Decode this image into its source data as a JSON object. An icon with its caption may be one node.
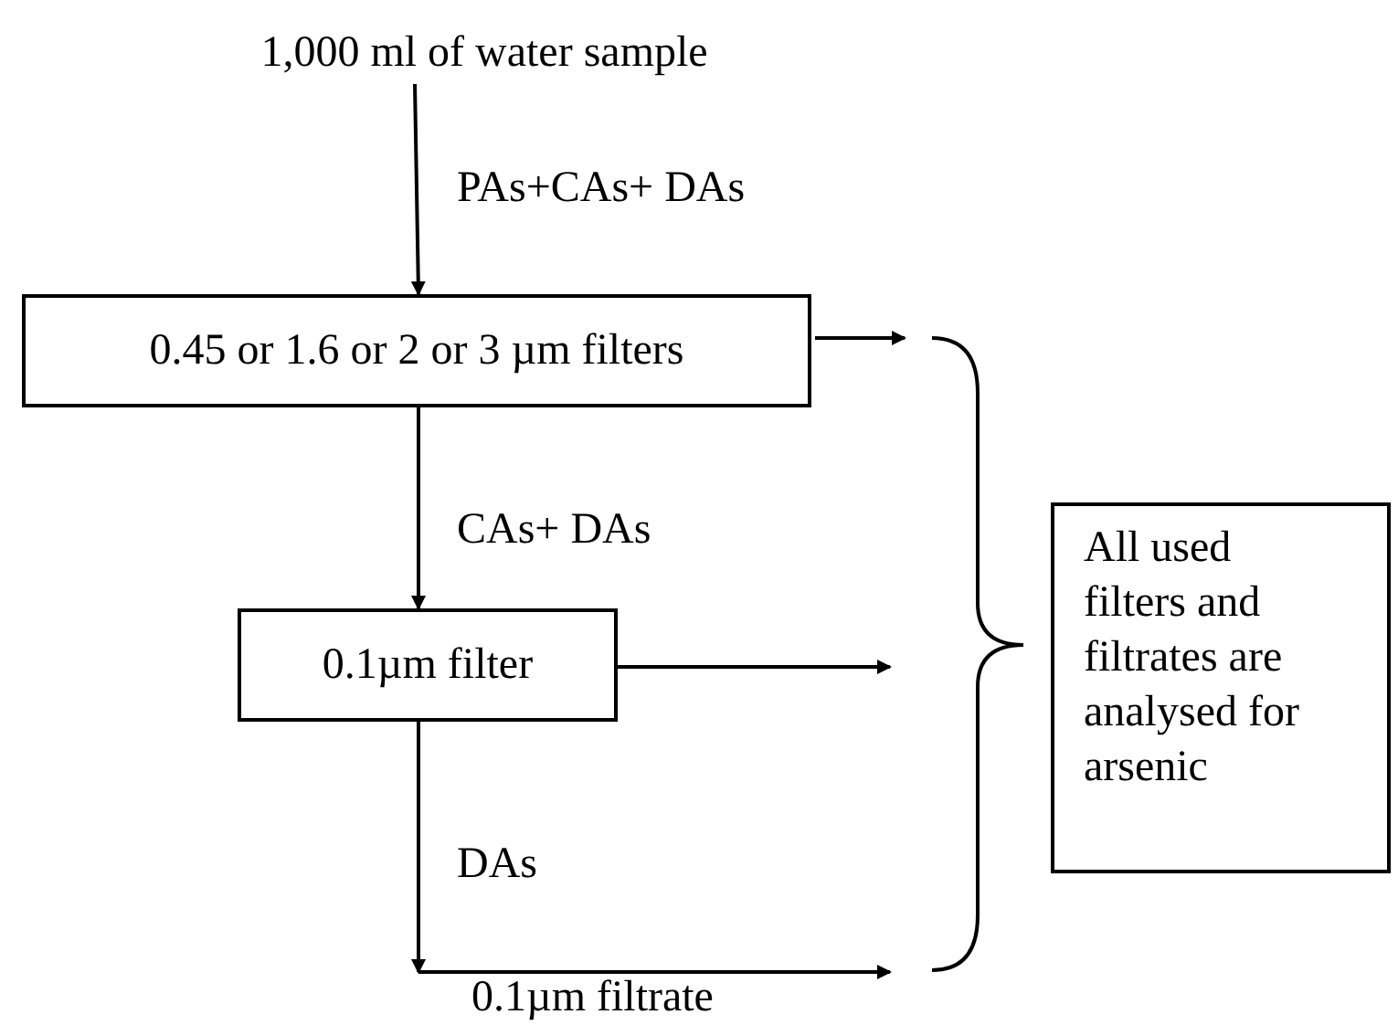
{
  "diagram": {
    "nodes": [
      {
        "text": [
          "1,000 ml of water sample"
        ]
      },
      {
        "text": [
          "0.45 or 1.6 or 2 or 3 µm filters"
        ]
      },
      {
        "text": [
          "0.1µm filter"
        ]
      },
      {
        "text": [
          "0.1µm filtrate"
        ]
      },
      {
        "text": [
          "All used filters and filtrates are analysed for arsenic"
        ]
      }
    ],
    "edges": [
      {
        "from": 0,
        "to": 1,
        "arrow": "to",
        "label": "PAs+CAs+ DAs"
      },
      {
        "from": 1,
        "to": 4,
        "arrow": "to"
      },
      {
        "from": 1,
        "to": 2,
        "arrow": "to",
        "label": "CAs+ DAs"
      },
      {
        "from": 2,
        "to": 4,
        "arrow": "to"
      },
      {
        "from": 2,
        "to": 3,
        "arrow": "to",
        "label": "DAs"
      },
      {
        "from": 3,
        "to": 4,
        "arrow": "to"
      }
    ]
  }
}
